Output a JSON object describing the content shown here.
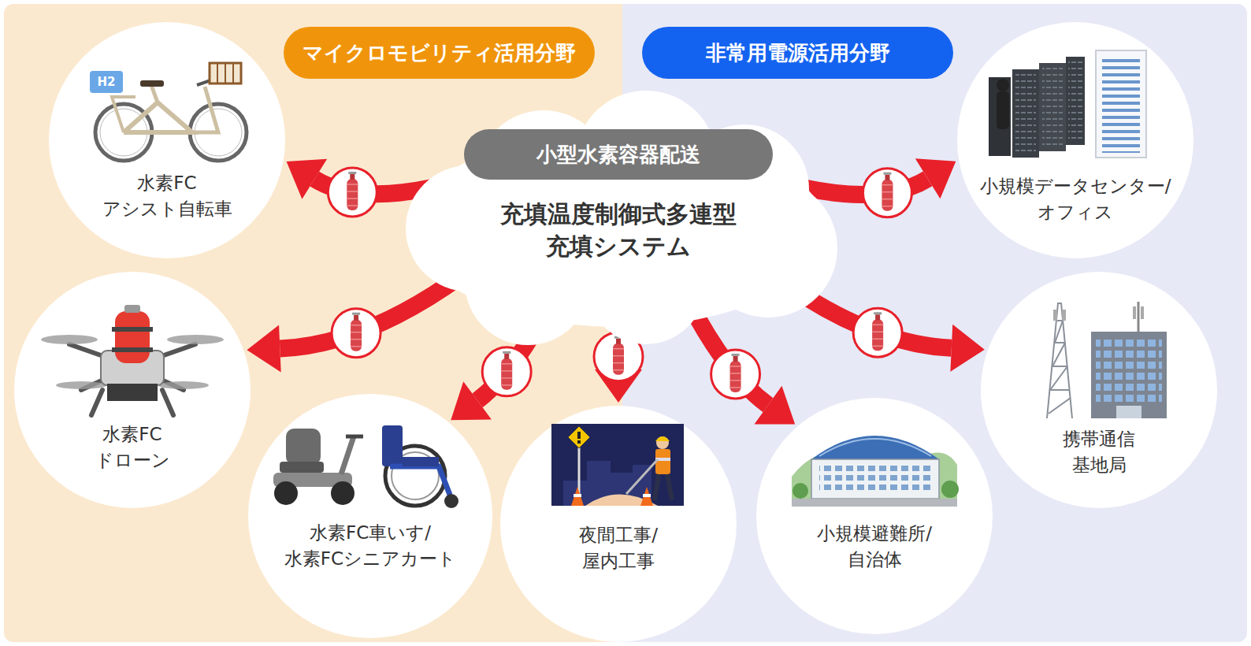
{
  "diagram": {
    "nodes": [
      {
        "text": [
          "マイクロモビリティ活用分野"
        ]
      },
      {
        "text": [
          "非常用電源活用分野"
        ]
      },
      {
        "text": [
          "充填温度制御式多連型 充填システム"
        ]
      },
      {
        "text": [
          "小型水素容器配送"
        ],
        "in": 2
      },
      {
        "text": [
          "水素FC アシスト自転車"
        ]
      },
      {
        "text": [
          "小規模データセンター/ オフィス"
        ]
      },
      {
        "text": [
          "水素FC ドローン"
        ]
      },
      {
        "text": [
          "携帯通信 基地局"
        ]
      },
      {
        "text": [
          "水素FC車いす/ 水素FCシニアカート"
        ]
      },
      {
        "text": [
          "夜間工事/ 屋内工事"
        ]
      },
      {
        "text": [
          "小規模避難所/ 自治体"
        ]
      }
    ],
    "edges": [
      {
        "from": 2,
        "to": 4,
        "arrow": "to"
      },
      {
        "from": 2,
        "to": 5,
        "arrow": "to"
      },
      {
        "from": 2,
        "to": 6,
        "arrow": "to"
      },
      {
        "from": 2,
        "to": 7,
        "arrow": "to"
      },
      {
        "from": 2,
        "to": 8,
        "arrow": "to"
      },
      {
        "from": 2,
        "to": 9,
        "arrow": "to"
      },
      {
        "from": 2,
        "to": 10,
        "arrow": "to"
      }
    ],
    "labels": [
      "H2"
    ]
  }
}
